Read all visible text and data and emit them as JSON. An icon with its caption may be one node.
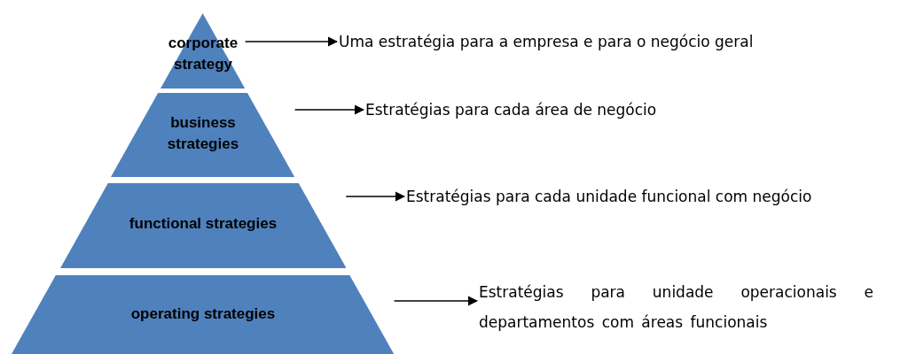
{
  "diagram": {
    "nodes": [
      {
        "text": [
          "corporate strategy"
        ]
      },
      {
        "text": [
          "business strategies"
        ]
      },
      {
        "text": [
          "functional strategies"
        ]
      },
      {
        "text": [
          "operating strategies"
        ]
      },
      {
        "text": [
          "Uma estratégia para a empresa e para o negócio geral"
        ]
      },
      {
        "text": [
          "Estratégias para cada área de negócio"
        ]
      },
      {
        "text": [
          "Estratégias para cada unidade funcional com negócio"
        ]
      },
      {
        "text": [
          "Estratégias para unidade operacionais e departamentos com áreas funcionais"
        ]
      }
    ],
    "edges": [
      {
        "from": 0,
        "to": 4,
        "arrow": "to"
      },
      {
        "from": 1,
        "to": 5,
        "arrow": "to"
      },
      {
        "from": 2,
        "to": 6,
        "arrow": "to"
      },
      {
        "from": 3,
        "to": 7,
        "arrow": "to"
      }
    ]
  }
}
